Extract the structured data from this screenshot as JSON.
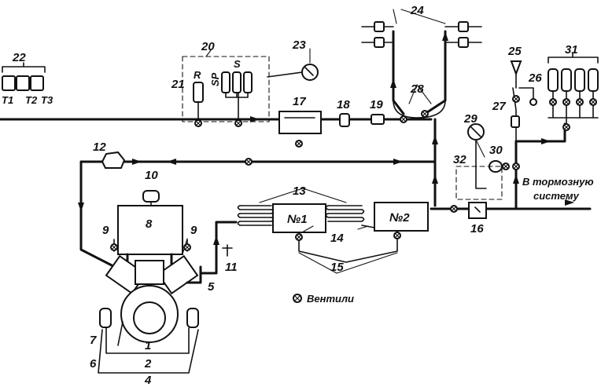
{
  "callouts": [
    "1",
    "2",
    "4",
    "5",
    "6",
    "7",
    "8",
    "9",
    "9",
    "10",
    "11",
    "12",
    "13",
    "14",
    "15",
    "16",
    "17",
    "18",
    "19",
    "20",
    "21",
    "22",
    "23",
    "24",
    "25",
    "26",
    "27",
    "28",
    "29",
    "30",
    "31",
    "32"
  ],
  "inline_labels": {
    "tank_1": "№1",
    "tank_2": "№2",
    "r_block": "R",
    "sp_block": "SP",
    "s_block": "S",
    "t1": "T1",
    "t2": "T2",
    "t3": "T3"
  },
  "legend": {
    "valves": "Вентили"
  },
  "brake_text": {
    "line1": "В тормозную",
    "line2": "систему"
  },
  "colors": {
    "ink": "#111111",
    "paper": "#ffffff"
  }
}
